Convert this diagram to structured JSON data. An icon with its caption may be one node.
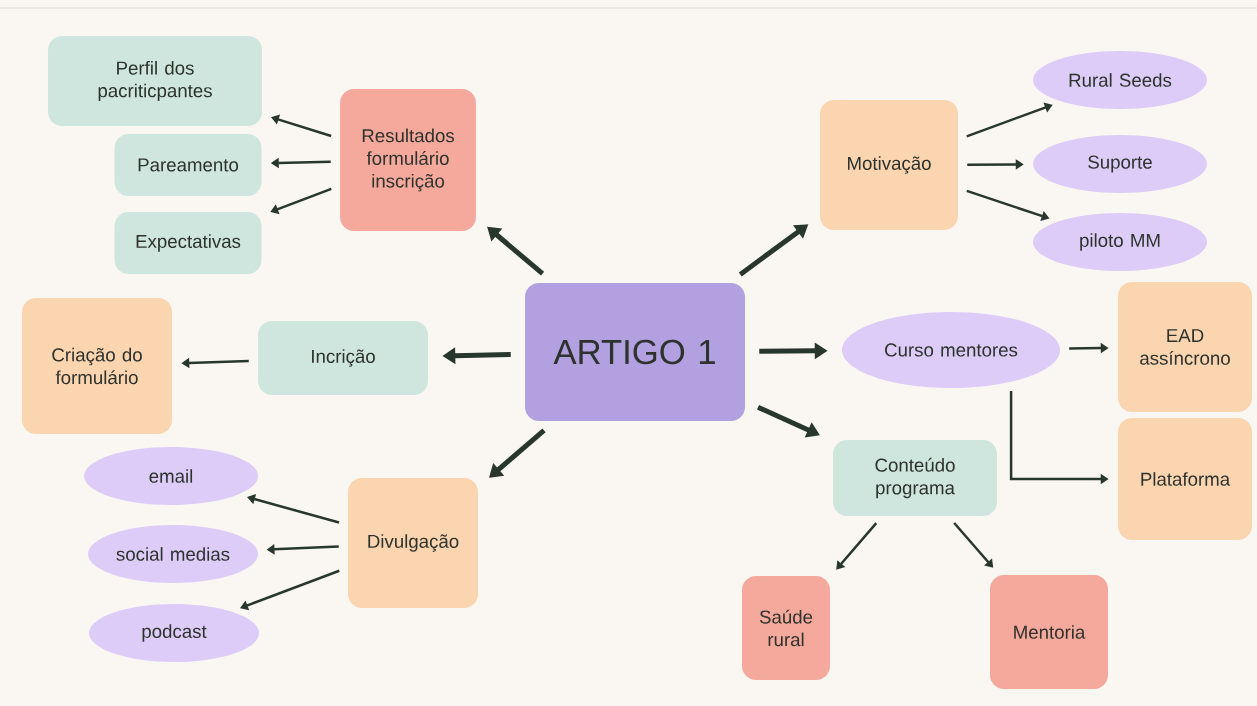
{
  "diagram": {
    "nodes": [
      {
        "text": [
          "ARTIGO 1"
        ]
      },
      {
        "text": [
          "Resultados formulário inscrição"
        ]
      },
      {
        "text": [
          "Perfil dos pacriticpantes"
        ]
      },
      {
        "text": [
          "Pareamento"
        ]
      },
      {
        "text": [
          "Expectativas"
        ]
      },
      {
        "text": [
          "Motivação"
        ]
      },
      {
        "text": [
          "Rural Seeds"
        ]
      },
      {
        "text": [
          "Suporte"
        ]
      },
      {
        "text": [
          "piloto MM"
        ]
      },
      {
        "text": [
          "Incrição"
        ]
      },
      {
        "text": [
          "Criação do formulário"
        ]
      },
      {
        "text": [
          "Curso mentores"
        ]
      },
      {
        "text": [
          "EAD assíncrono"
        ]
      },
      {
        "text": [
          "Plataforma"
        ]
      },
      {
        "text": [
          "Divulgação"
        ]
      },
      {
        "text": [
          "email"
        ]
      },
      {
        "text": [
          "social medias"
        ]
      },
      {
        "text": [
          "podcast"
        ]
      },
      {
        "text": [
          "Conteúdo programa"
        ]
      },
      {
        "text": [
          "Saúde rural"
        ]
      },
      {
        "text": [
          "Mentoria"
        ]
      }
    ],
    "edges": [
      {
        "from": 0,
        "to": 1,
        "arrow": "to",
        "style": "thick"
      },
      {
        "from": 1,
        "to": 2,
        "arrow": "to"
      },
      {
        "from": 1,
        "to": 3,
        "arrow": "to"
      },
      {
        "from": 1,
        "to": 4,
        "arrow": "to"
      },
      {
        "from": 0,
        "to": 5,
        "arrow": "to",
        "style": "thick"
      },
      {
        "from": 5,
        "to": 6,
        "arrow": "to"
      },
      {
        "from": 5,
        "to": 7,
        "arrow": "to"
      },
      {
        "from": 5,
        "to": 8,
        "arrow": "to"
      },
      {
        "from": 0,
        "to": 9,
        "arrow": "to",
        "style": "thick"
      },
      {
        "from": 9,
        "to": 10,
        "arrow": "to"
      },
      {
        "from": 0,
        "to": 11,
        "arrow": "to",
        "style": "thick"
      },
      {
        "from": 11,
        "to": 12,
        "arrow": "to"
      },
      {
        "from": 11,
        "to": 13,
        "arrow": "to"
      },
      {
        "from": 0,
        "to": 14,
        "arrow": "to",
        "style": "thick"
      },
      {
        "from": 14,
        "to": 15,
        "arrow": "to"
      },
      {
        "from": 14,
        "to": 16,
        "arrow": "to"
      },
      {
        "from": 14,
        "to": 17,
        "arrow": "to"
      },
      {
        "from": 0,
        "to": 18,
        "arrow": "to",
        "style": "thick"
      },
      {
        "from": 18,
        "to": 19,
        "arrow": "to"
      },
      {
        "from": 18,
        "to": 20,
        "arrow": "to"
      }
    ]
  }
}
